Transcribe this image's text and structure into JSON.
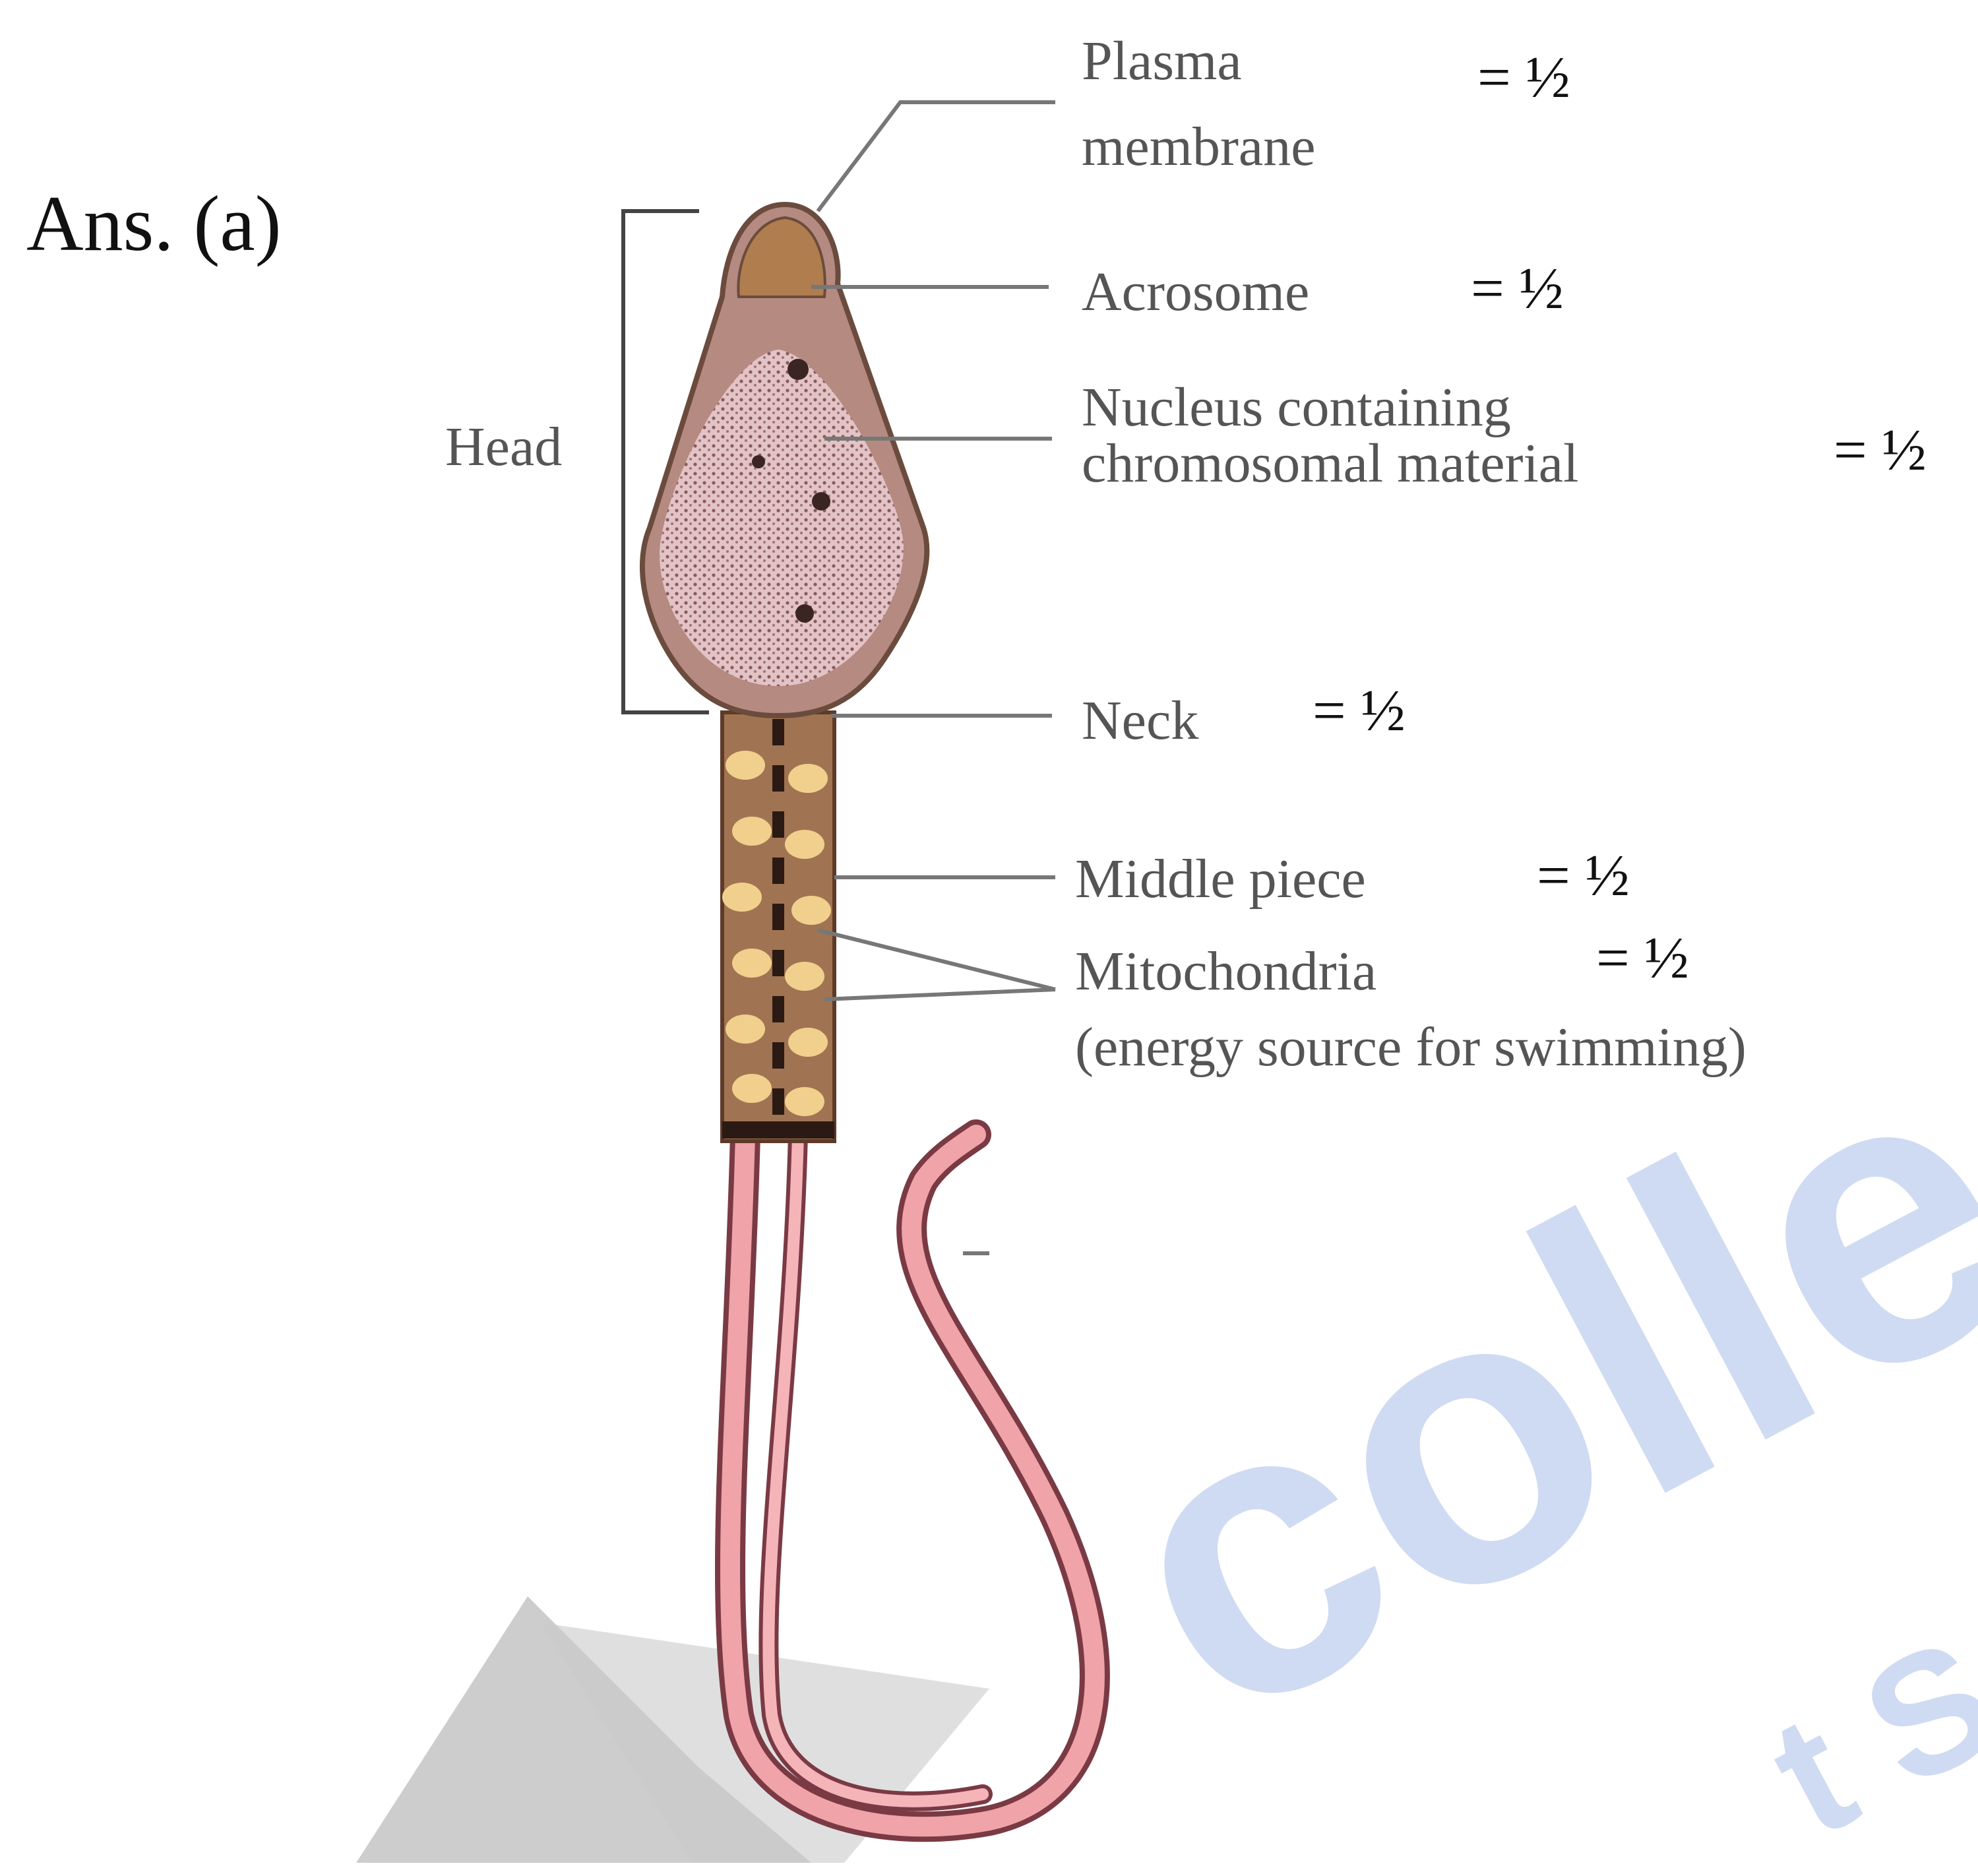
{
  "answer": "Ans. (a)",
  "labels": {
    "head": "Head",
    "plasma_membrane": [
      "Plasma",
      "membrane"
    ],
    "acrosome": "Acrosome",
    "nucleus": [
      "Nucleus containing",
      "chromosomal material"
    ],
    "neck": "Neck",
    "middle_piece": "Middle piece",
    "mitochondria": [
      "Mitochondria",
      "(energy source for swimming)"
    ]
  },
  "marks": {
    "plasma_membrane": "= ½",
    "acrosome": "= ½",
    "nucleus": "= ½",
    "neck": "= ½",
    "middle_piece": "= ½",
    "mitochondria": "= ½"
  },
  "watermark": {
    "word": "colleg",
    "fragment": "t S",
    "color": "#c7d5f0"
  },
  "colors": {
    "head_fill": "#cfa7a5",
    "acrosome_fill": "#b07d4e",
    "midpiece_fill": "#a07452",
    "tail_fill": "#f0a3a8",
    "tail_edge": "#7a3a44",
    "label_line": "#777777"
  }
}
